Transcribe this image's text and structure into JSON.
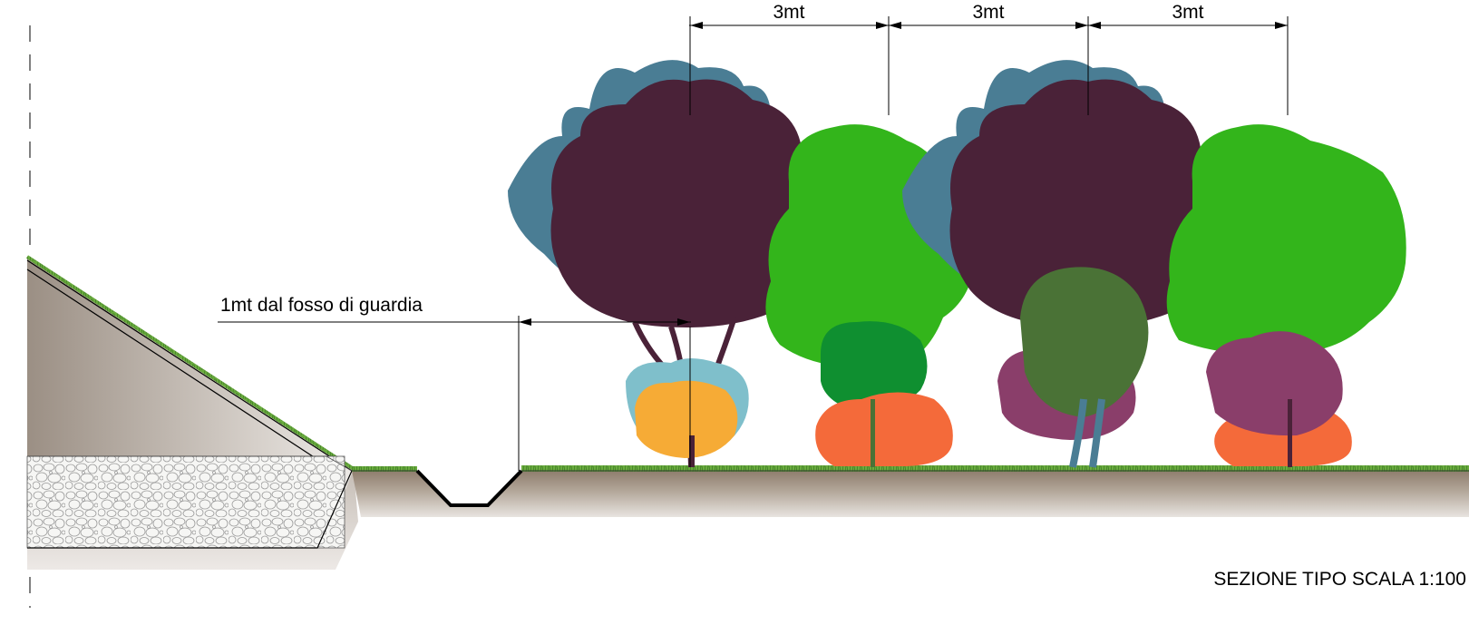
{
  "diagram": {
    "dimensions": {
      "spacing_1": "3mt",
      "spacing_2": "3mt",
      "spacing_3": "3mt",
      "ditch_offset": "1mt dal fosso di guardia"
    },
    "caption": "SEZIONE TIPO SCALA 1:100"
  },
  "colors": {
    "ground": "#a5978a",
    "grass": "#6aab3e",
    "gravel_fill": "#f4f4f2",
    "canopy_purple": "#4a2238",
    "canopy_blue": "#4a7d94",
    "canopy_light_green": "#33b51b",
    "canopy_olive": "#4a7236",
    "shrub_orange": "#f6ab36",
    "shrub_red_orange": "#f46a3a",
    "shrub_plum": "#8a3e6a",
    "shrub_teal_light": "#7fbfcb",
    "shrub_dark_green": "#0f8f30"
  }
}
